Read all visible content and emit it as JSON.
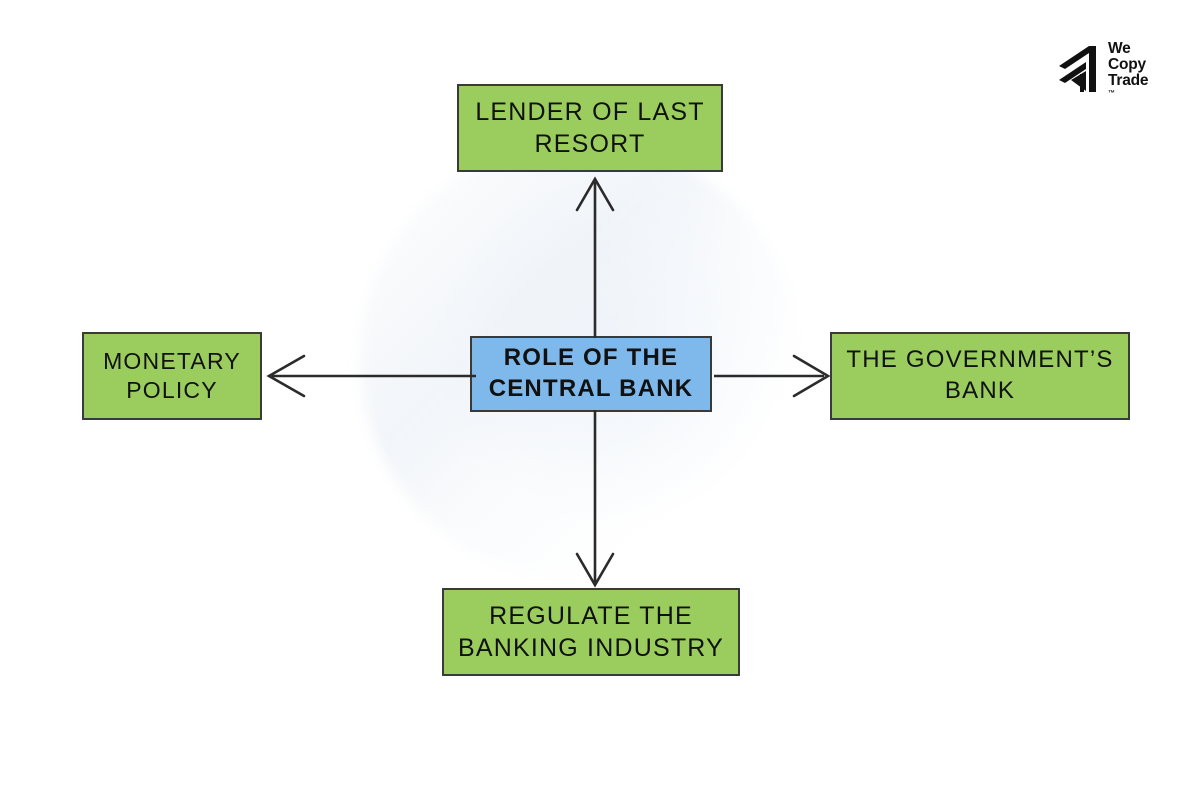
{
  "diagram": {
    "center": {
      "label": "ROLE OF THE\nCENTRAL BANK",
      "fill": "#7FB8EA",
      "border": "#3a3a3a"
    },
    "nodes": [
      {
        "id": "lender-of-last-resort",
        "label": "LENDER OF LAST\nRESORT",
        "position": "top",
        "fill": "#9ACD5E"
      },
      {
        "id": "monetary-policy",
        "label": "MONETARY\nPOLICY",
        "position": "left",
        "fill": "#9ACD5E"
      },
      {
        "id": "the-governments-bank",
        "label": "THE GOVERNMENT’S\nBANK",
        "position": "right",
        "fill": "#9ACD5E"
      },
      {
        "id": "regulate-banking",
        "label": "REGULATE THE\nBANKING INDUSTRY",
        "position": "bottom",
        "fill": "#9ACD5E"
      }
    ],
    "connectors": [
      {
        "id": "connector-up",
        "direction": "up",
        "from": "center",
        "to": "lender-of-last-resort",
        "color": "#2b2b2b"
      },
      {
        "id": "connector-left",
        "direction": "left",
        "from": "center",
        "to": "monetary-policy",
        "color": "#2b2b2b"
      },
      {
        "id": "connector-right",
        "direction": "right",
        "from": "center",
        "to": "the-governments-bank",
        "color": "#2b2b2b"
      },
      {
        "id": "connector-down",
        "direction": "down",
        "from": "center",
        "to": "regulate-banking",
        "color": "#2b2b2b"
      }
    ]
  },
  "logo": {
    "mark_name": "wecopytrade-arrow-mark",
    "line1": "We",
    "line2": "Copy",
    "line3": "Trade",
    "trademark": "™",
    "color": "#111111"
  },
  "canvas": {
    "background": "#ffffff"
  }
}
